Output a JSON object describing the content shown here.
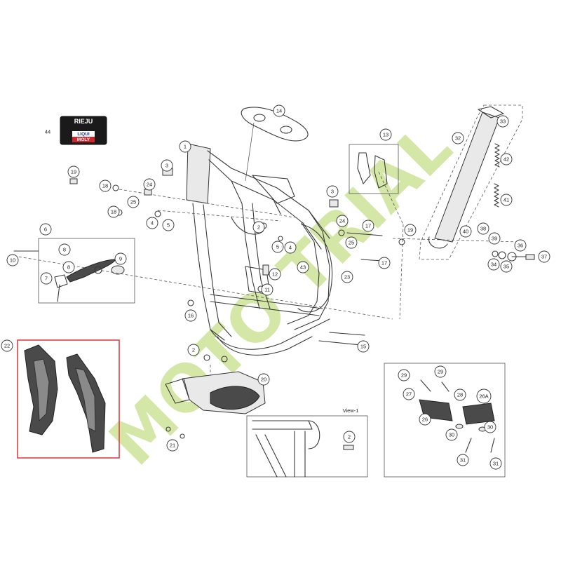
{
  "watermark": {
    "text": "MOTO TRIAL",
    "color": "#c8e08a"
  },
  "logo": {
    "brand": "RIEJU",
    "tagline": "",
    "sponsor_line1": "LIQUI",
    "sponsor_line2": "MOLY"
  },
  "highlight_color": "#d9363e",
  "view_box_label": "View-1",
  "callouts": [
    "1",
    "2",
    "3",
    "4",
    "5",
    "6",
    "7",
    "8",
    "9",
    "10",
    "11",
    "12",
    "13",
    "14",
    "15",
    "16",
    "17",
    "18",
    "19",
    "20",
    "21",
    "22",
    "23",
    "24",
    "25",
    "26",
    "26A",
    "27",
    "28",
    "29",
    "30",
    "31",
    "32",
    "33",
    "34",
    "35",
    "36",
    "37",
    "38",
    "39",
    "40",
    "41",
    "42",
    "43",
    "44"
  ]
}
